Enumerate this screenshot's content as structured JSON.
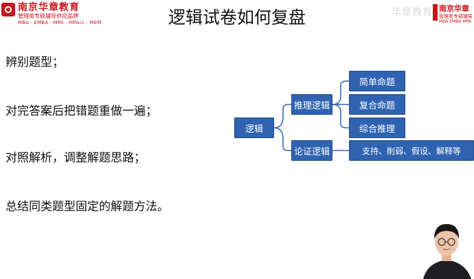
{
  "header": {
    "logo": {
      "name": "南京华章教育",
      "tagline": "管理类专硕辅导供应品牌",
      "programs": "MBA · EMBA · MPA · MPAcc · MEM"
    },
    "title": "逻辑试卷如何复盘",
    "watermark": {
      "text": "华章教育",
      "logo_name": "南京华章",
      "logo_tagline": "管理类专硕辅导",
      "logo_programs": "MBA EMBA MPA"
    }
  },
  "steps": [
    "辨别题型；",
    "对完答案后把错题重做一遍；",
    "对照解析，调整解题思路；",
    "总结同类题型固定的解题方法。"
  ],
  "diagram": {
    "root": "逻辑",
    "branches": [
      {
        "label": "推理逻辑",
        "children": [
          "简单命题",
          "复合命题",
          "综合推理"
        ]
      },
      {
        "label": "论证逻辑",
        "children": [
          "支持、削弱、假设、解释等"
        ]
      }
    ],
    "colors": {
      "node_fill": "#2f63b1",
      "node_border": "#22498a",
      "connector": "#2f63b1"
    }
  }
}
